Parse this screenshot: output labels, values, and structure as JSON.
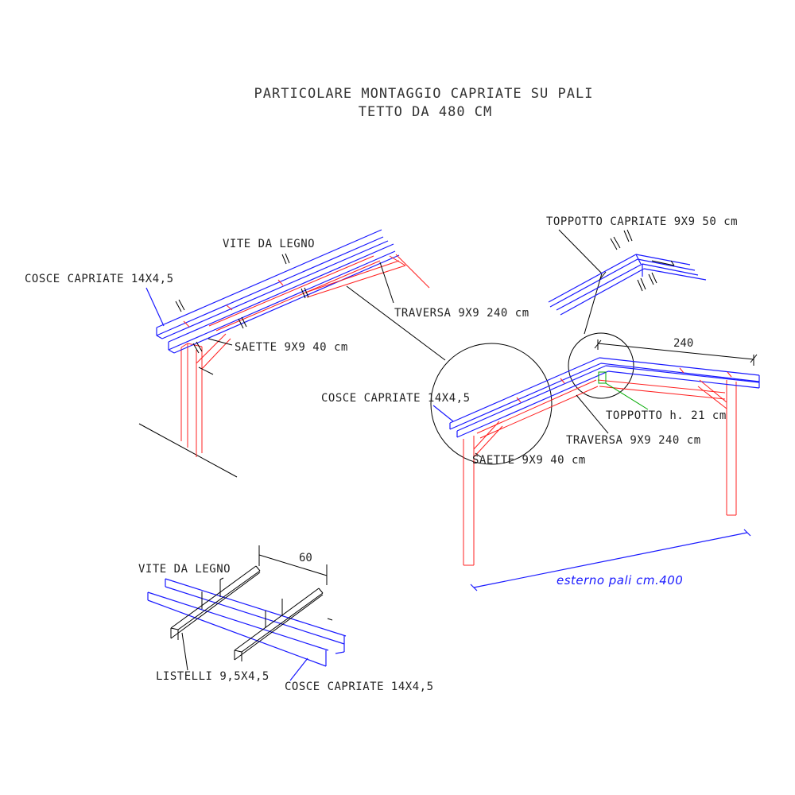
{
  "title": {
    "line1": "PARTICOLARE MONTAGGIO CAPRIATE SU PALI",
    "line2": "TETTO DA 480 CM"
  },
  "labels": {
    "vite_legno_top": "VITE DA LEGNO",
    "cosce_left": "COSCE CAPRIATE 14X4,5",
    "traversa_left": "TRAVERSA 9X9 240 cm",
    "saette_left": "SAETTE 9X9 40 cm",
    "toppotto_capriate": "TOPPOTTO CAPRIATE 9X9 50 cm",
    "dim_240": "240",
    "cosce_right": "COSCE CAPRIATE 14X4,5",
    "toppotto_h": "TOPPOTTO h. 21 cm",
    "traversa_right": "TRAVERSA 9X9 240 cm",
    "saette_right": "SAETTE 9X9 40 cm",
    "esterno_pali": "esterno pali cm.400",
    "vite_legno_bottom": "VITE DA LEGNO",
    "dim_60": "60",
    "listelli": "LISTELLI 9,5X4,5",
    "cosce_bottom": "COSCE CAPRIATE 14X4,5"
  },
  "colors": {
    "rafter": "#1a1aff",
    "timber": "#ff2020",
    "leader": "#000000",
    "toppotto": "#00aa00"
  }
}
